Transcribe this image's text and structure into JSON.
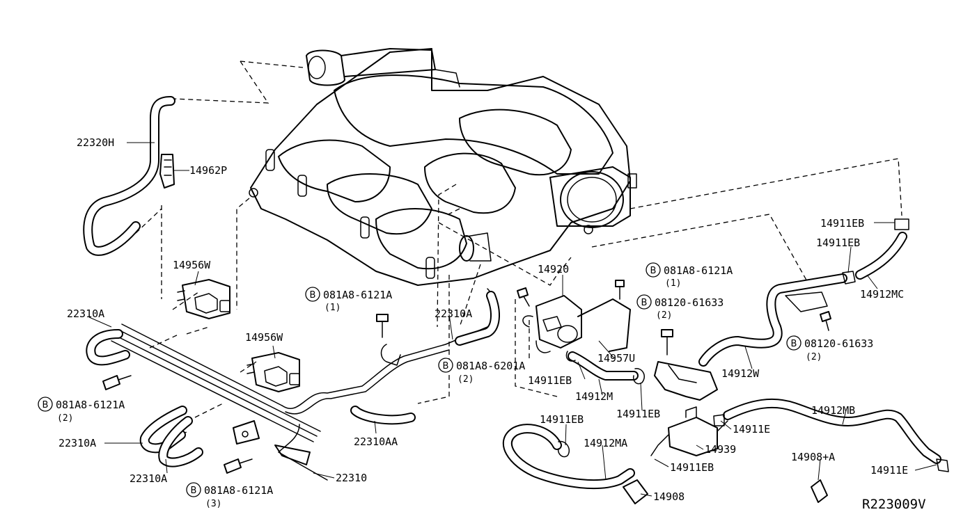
{
  "callouts": [
    {
      "id": "lbl-22320h",
      "text": "22320H"
    },
    {
      "id": "lbl-14962p",
      "text": "14962P"
    },
    {
      "id": "lbl-14956w-a",
      "text": "14956W"
    },
    {
      "id": "lbl-22310a-a",
      "text": "22310A"
    },
    {
      "id": "lbl-14956w-b",
      "text": "14956W"
    },
    {
      "id": "lbl-22310a-b",
      "text": "22310A"
    },
    {
      "id": "lbl-22310a-c",
      "text": "22310A"
    },
    {
      "id": "lbl-22310a-d",
      "text": "22310A"
    },
    {
      "id": "lbl-22310aa",
      "text": "22310AA"
    },
    {
      "id": "lbl-22310",
      "text": "22310"
    },
    {
      "id": "lbl-14920",
      "text": "14920"
    },
    {
      "id": "lbl-14957u",
      "text": "14957U"
    },
    {
      "id": "lbl-14911eb-a",
      "text": "14911EB"
    },
    {
      "id": "lbl-14912m",
      "text": "14912M"
    },
    {
      "id": "lbl-14911eb-b",
      "text": "14911EB"
    },
    {
      "id": "lbl-14911eb-c",
      "text": "14911EB"
    },
    {
      "id": "lbl-14912ma",
      "text": "14912MA"
    },
    {
      "id": "lbl-14939",
      "text": "14939"
    },
    {
      "id": "lbl-14911eb-d",
      "text": "14911EB"
    },
    {
      "id": "lbl-14908",
      "text": "14908"
    },
    {
      "id": "lbl-14911e-a",
      "text": "14911E"
    },
    {
      "id": "lbl-14912mb",
      "text": "14912MB"
    },
    {
      "id": "lbl-14908a",
      "text": "14908+A"
    },
    {
      "id": "lbl-14911e-b",
      "text": "14911E"
    },
    {
      "id": "lbl-14912w",
      "text": "14912W"
    },
    {
      "id": "lbl-14911eb-e",
      "text": "14911EB"
    },
    {
      "id": "lbl-14911eb-f",
      "text": "14911EB"
    },
    {
      "id": "lbl-14912mc",
      "text": "14912MC"
    }
  ],
  "bolts": [
    {
      "id": "bolt-1",
      "mark": "B",
      "text": "081A8-6121A",
      "qty": "(1)"
    },
    {
      "id": "bolt-2",
      "mark": "B",
      "text": "081A8-6121A",
      "qty": "(2)"
    },
    {
      "id": "bolt-3",
      "mark": "B",
      "text": "081A8-6121A",
      "qty": "(3)"
    },
    {
      "id": "bolt-4",
      "mark": "B",
      "text": "081A8-6201A",
      "qty": "(2)"
    },
    {
      "id": "bolt-5",
      "mark": "B",
      "text": "081A8-6121A",
      "qty": "(1)"
    },
    {
      "id": "bolt-6",
      "mark": "B",
      "text": "08120-61633",
      "qty": "(2)"
    },
    {
      "id": "bolt-7",
      "mark": "B",
      "text": "08120-61633",
      "qty": "(2)"
    }
  ],
  "diagram_code": "R223009V"
}
